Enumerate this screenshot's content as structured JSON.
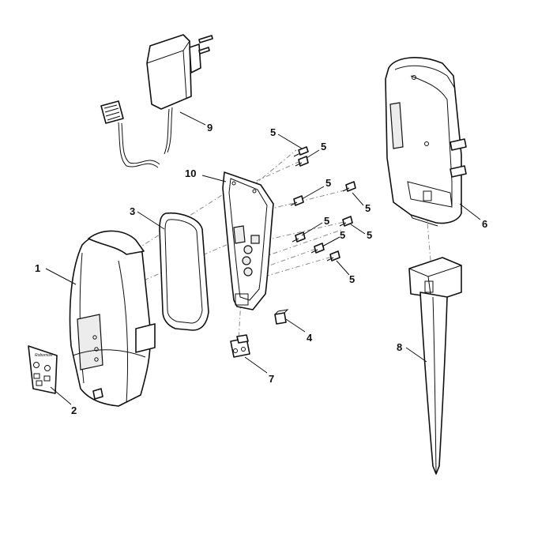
{
  "diagram": {
    "callouts": {
      "c1": "1",
      "c2": "2",
      "c3": "3",
      "c4": "4",
      "c5a": "5",
      "c5b": "5",
      "c5c": "5",
      "c5d": "5",
      "c5e": "5",
      "c5f": "5",
      "c5g": "5",
      "c5h": "5",
      "c6": "6",
      "c7": "7",
      "c8": "8",
      "c9": "9",
      "c10": "10"
    },
    "label_brand": "Robomow"
  }
}
